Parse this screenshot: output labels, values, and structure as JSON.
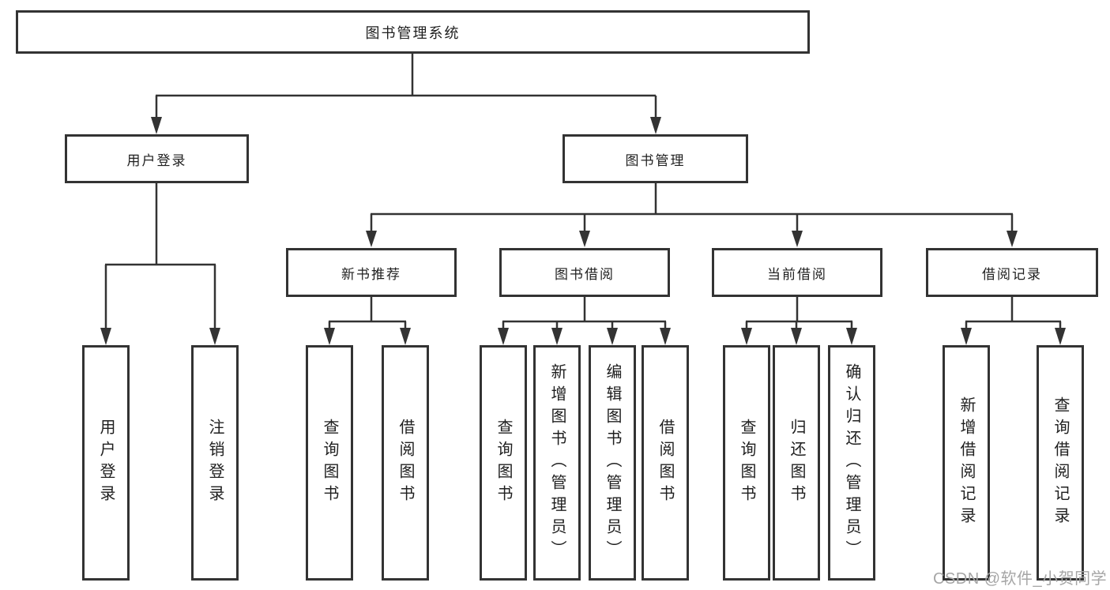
{
  "diagram_title": "图书管理系统",
  "colors": {
    "line": "#333333",
    "box_border": "#333333",
    "box_fill": "#ffffff",
    "text": "#1f1f1f",
    "watermark": "#a6a6a6",
    "background": "#ffffff"
  },
  "tree": {
    "label": "图书管理系统",
    "children": [
      {
        "label": "用户登录",
        "children": [
          {
            "label": "用户登录"
          },
          {
            "label": "注销登录"
          }
        ]
      },
      {
        "label": "图书管理",
        "children": [
          {
            "label": "新书推荐",
            "children": [
              {
                "label": "查询图书"
              },
              {
                "label": "借阅图书"
              }
            ]
          },
          {
            "label": "图书借阅",
            "children": [
              {
                "label": "查询图书"
              },
              {
                "label": "新增图书（管理员）"
              },
              {
                "label": "编辑图书（管理员）"
              },
              {
                "label": "借阅图书"
              }
            ]
          },
          {
            "label": "当前借阅",
            "children": [
              {
                "label": "查询图书"
              },
              {
                "label": "归还图书"
              },
              {
                "label": "确认归还（管理员）"
              }
            ]
          },
          {
            "label": "借阅记录",
            "children": [
              {
                "label": "新增借阅记录"
              },
              {
                "label": "查询借阅记录"
              }
            ]
          }
        ]
      }
    ]
  },
  "watermark": {
    "text": "CSDN @软件_小贺同学"
  }
}
